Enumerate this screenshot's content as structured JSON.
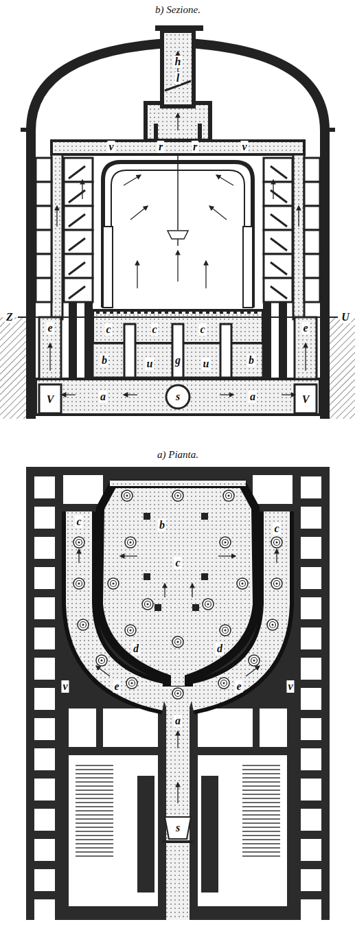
{
  "diagram": {
    "labels": [
      "b) Sezione.",
      "h",
      "l",
      "r",
      "r",
      "v",
      "v",
      "c",
      "c",
      "c",
      "b",
      "u",
      "g",
      "u",
      "b",
      "Z",
      "U",
      "e",
      "e",
      "a",
      "s",
      "a",
      "V",
      "V",
      "a) Pianta.",
      "b",
      "c",
      "c",
      "c",
      "d",
      "d",
      "e",
      "e",
      "v",
      "v",
      "a",
      "s"
    ]
  }
}
